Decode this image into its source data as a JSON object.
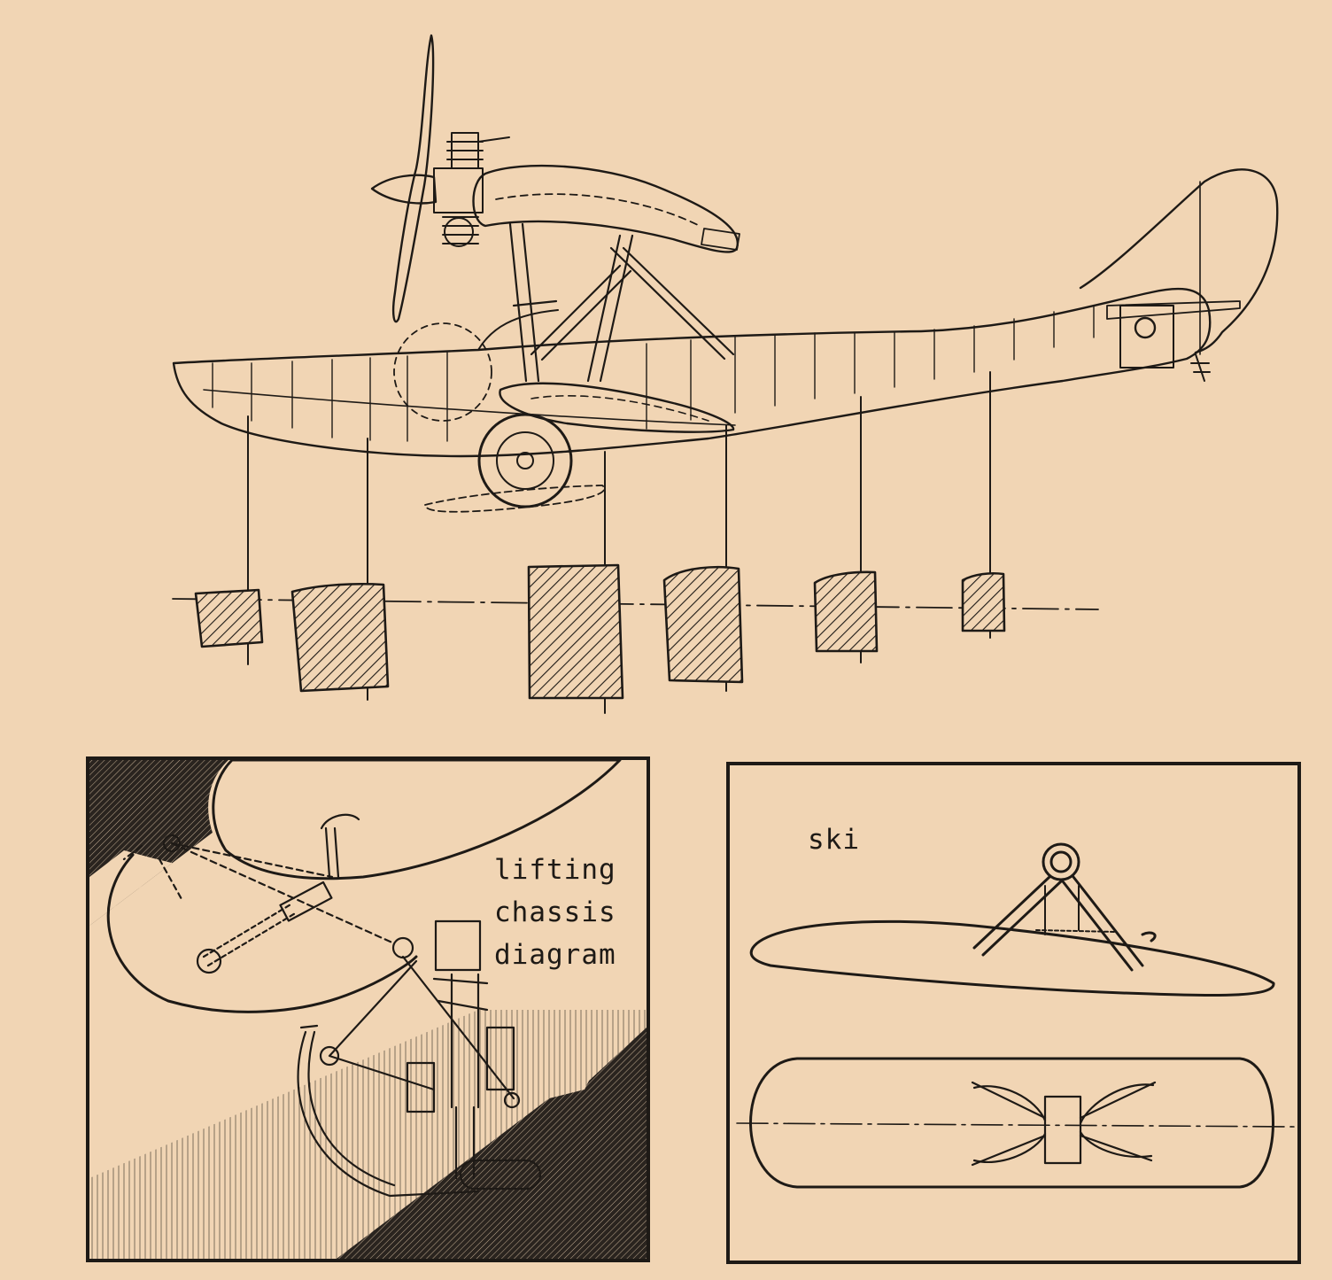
{
  "panels": {
    "lifting_chassis": {
      "label_lines": [
        "lifting",
        "chassis",
        "diagram"
      ]
    },
    "ski": {
      "label": "ski"
    }
  },
  "colors": {
    "paper": "#f1d5b4",
    "ink": "#1e1a16"
  }
}
